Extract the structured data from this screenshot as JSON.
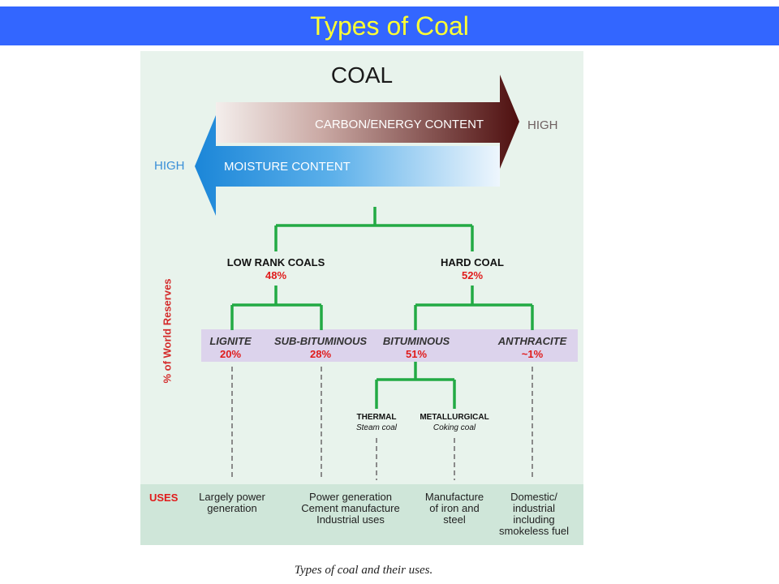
{
  "slide": {
    "title": "Types of Coal"
  },
  "diagram": {
    "heading": "COAL",
    "carbon_arrow": {
      "label": "CARBON/ENERGY CONTENT",
      "end_label": "HIGH",
      "color": "#5a1616"
    },
    "moisture_arrow": {
      "label": "MOISTURE CONTENT",
      "end_label": "HIGH",
      "color": "#1f8fe0"
    },
    "axis_label": "% of World Reserves",
    "groups": [
      {
        "name": "LOW RANK COALS",
        "share": "48%"
      },
      {
        "name": "HARD COAL",
        "share": "52%"
      }
    ],
    "types": [
      {
        "name": "LIGNITE",
        "share": "20%"
      },
      {
        "name": "SUB-BITUMINOUS",
        "share": "28%"
      },
      {
        "name": "BITUMINOUS",
        "share": "51%"
      },
      {
        "name": "ANTHRACITE",
        "share": "~1%"
      }
    ],
    "bituminous_subtypes": [
      {
        "name": "THERMAL",
        "desc": "Steam coal"
      },
      {
        "name": "METALLURGICAL",
        "desc": "Coking coal"
      }
    ],
    "uses_label": "USES",
    "uses": [
      "Largely power\ngeneration",
      "Power generation\nCement manufacture\nIndustrial uses",
      "Manufacture\nof iron and\nsteel",
      "Domestic/\nindustrial\nincluding\nsmokeless fuel"
    ],
    "tree_color": "#22aa44"
  },
  "caption": "Types of coal and their uses."
}
